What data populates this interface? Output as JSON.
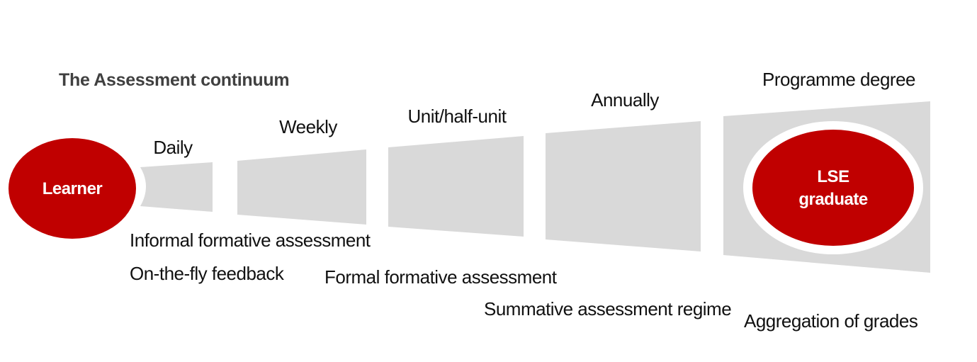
{
  "title": "The Assessment continuum",
  "colors": {
    "accent_red": "#c00000",
    "segment_gray": "#d9d9d9",
    "title_gray": "#404040",
    "label_text": "#111111",
    "ellipse_ring": "#ffffff",
    "background": "#ffffff"
  },
  "learner": {
    "label": "Learner"
  },
  "graduate": {
    "line1": "LSE",
    "line2": "graduate"
  },
  "stages": [
    {
      "label": "Daily"
    },
    {
      "label": "Weekly"
    },
    {
      "label": "Unit/half-unit"
    },
    {
      "label": "Annually"
    },
    {
      "label": "Programme degree"
    }
  ],
  "assessments": [
    {
      "label": "Informal formative assessment"
    },
    {
      "label": "On-the-fly feedback"
    },
    {
      "label": "Formal formative assessment"
    },
    {
      "label": "Summative assessment regime"
    },
    {
      "label": "Aggregation of grades"
    }
  ]
}
